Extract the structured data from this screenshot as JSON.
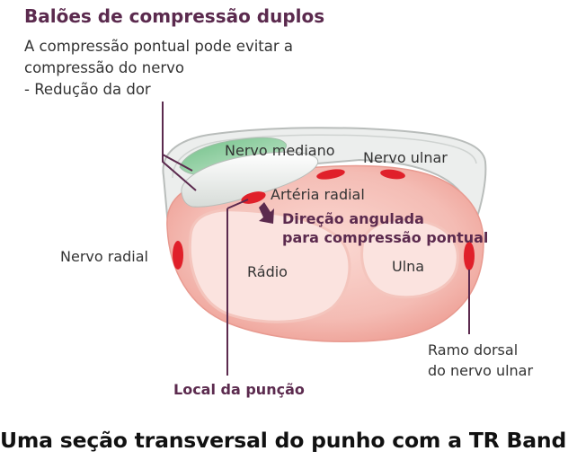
{
  "title": "Balões de compressão duplos",
  "description": {
    "line1": "A compressão pontual pode evitar a",
    "line2": "compressão do nervo",
    "line3": "- Redução da dor"
  },
  "labels": {
    "nervo_mediano": "Nervo mediano",
    "nervo_ulnar": "Nervo ulnar",
    "arteria_radial": "Artéria radial",
    "direcao_line1": "Direção angulada",
    "direcao_line2": "para compressão pontual",
    "nervo_radial": "Nervo radial",
    "radio": "Rádio",
    "ulna": "Ulna",
    "ramo_line1": "Ramo dorsal",
    "ramo_line2": "do nervo ulnar",
    "local_puncao": "Local da punção"
  },
  "caption": "Uma seção transversal do punho com a TR Band",
  "colors": {
    "title": "#5b2a4e",
    "tissue": "#f2b5ad",
    "bone": "#fbe3df",
    "vessel": "#e0202a",
    "balloon_green": "#8fcf9f",
    "leader": "#5b2a4e"
  }
}
